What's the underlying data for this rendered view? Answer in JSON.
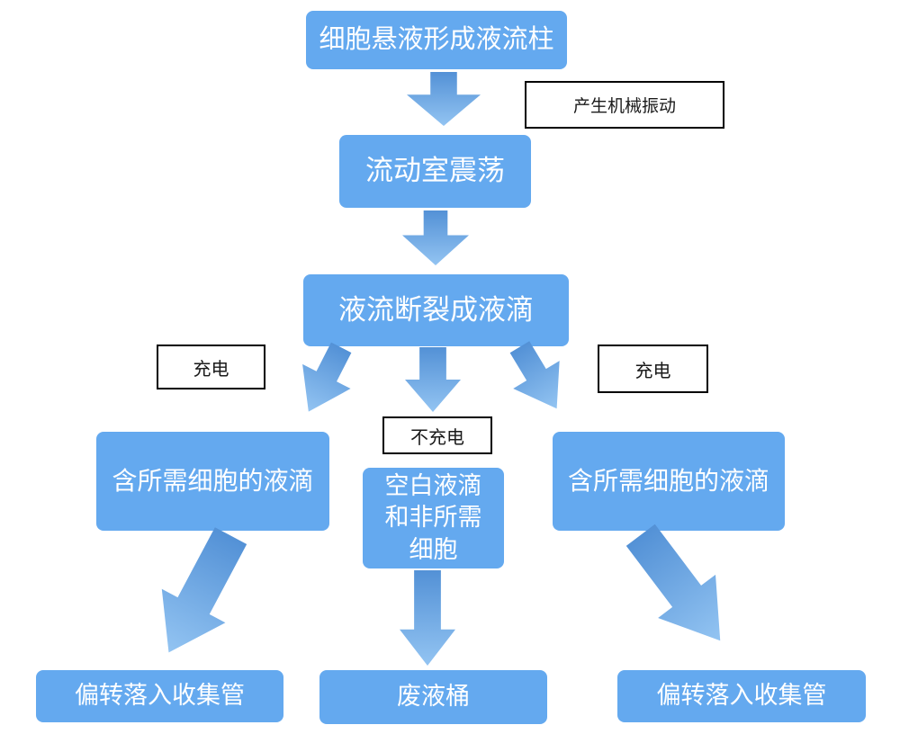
{
  "page": {
    "background": "#ffffff"
  },
  "colors": {
    "node_fill": "#64a9ef",
    "node_text": "#ffffff",
    "arrow_gradient_start": "#5391d6",
    "arrow_gradient_end": "#93c4f2",
    "annotation_bg": "#ffffff",
    "annotation_border": "#000000",
    "annotation_text": "#1a1a1a"
  },
  "flowchart": {
    "nodes": {
      "suspension": "细胞悬液形成液流柱",
      "flow_chamber": "流动室震荡",
      "stream_break": "液流断裂成液滴",
      "charged_left": "含所需细胞的液滴",
      "uncharged_center": "空白液滴\n和非所需\n细胞",
      "charged_right": "含所需细胞的液滴",
      "collect_left": "偏转落入收集管",
      "waste": "废液桶",
      "collect_right": "偏转落入收集管"
    },
    "annotations": {
      "mechanical_vibration": "产生机械振动",
      "charge_left": "充电",
      "no_charge": "不充电",
      "charge_right": "充电"
    }
  }
}
